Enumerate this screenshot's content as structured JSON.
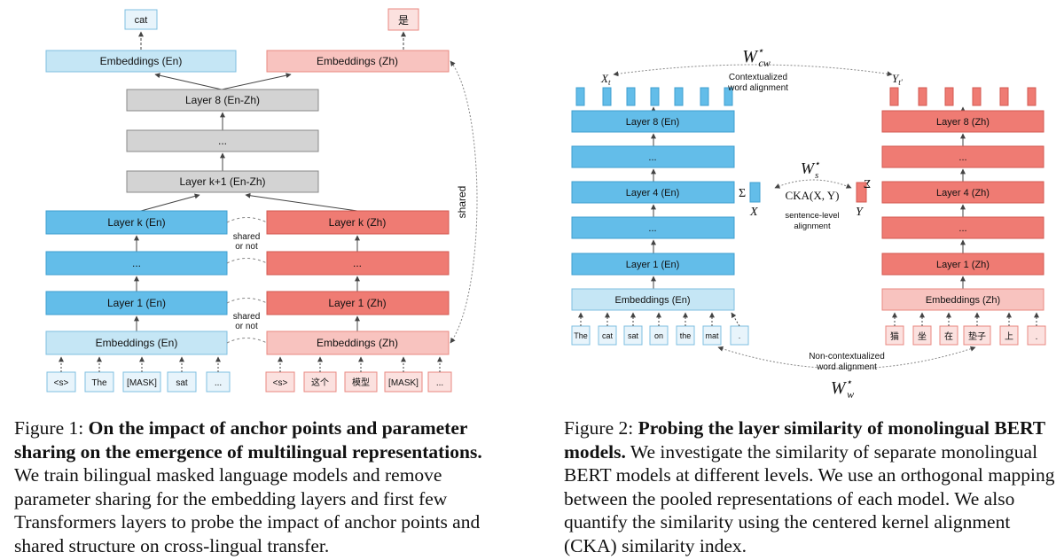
{
  "figure1": {
    "output_tokens": [
      "cat",
      "是"
    ],
    "emb_out_en": "Embeddings (En)",
    "emb_out_zh": "Embeddings (Zh)",
    "layer8": "Layer 8 (En-Zh)",
    "middle_dots": "...",
    "layer_k1": "Layer k+1 (En-Zh)",
    "layer_k_en": "Layer k (En)",
    "layer_k_zh": "Layer k (Zh)",
    "dots_en": "...",
    "dots_zh": "...",
    "layer1_en": "Layer 1 (En)",
    "layer1_zh": "Layer 1 (Zh)",
    "emb_in_en": "Embeddings (En)",
    "emb_in_zh": "Embeddings (Zh)",
    "shared_or_not_1": [
      "shared",
      "or not"
    ],
    "shared_or_not_2": [
      "shared",
      "or not"
    ],
    "shared": "shared",
    "input_tokens_en": [
      "<s>",
      "The",
      "[MASK]",
      "sat",
      "..."
    ],
    "input_tokens_zh": [
      "<s>",
      "这个",
      "模型",
      "[MASK]",
      "..."
    ]
  },
  "figure2": {
    "en_layers": [
      "Layer 8 (En)",
      "...",
      "Layer 4 (En)",
      "...",
      "Layer 1 (En)"
    ],
    "zh_layers": [
      "Layer 8 (Zh)",
      "...",
      "Layer 4 (Zh)",
      "...",
      "Layer 1 (Zh)"
    ],
    "emb_en": "Embeddings (En)",
    "emb_zh": "Embeddings (Zh)",
    "tokens_en": [
      "The",
      "cat",
      "sat",
      "on",
      "the",
      "mat",
      "."
    ],
    "tokens_zh": [
      "猫",
      "坐",
      "在",
      "垫子",
      "上",
      "."
    ],
    "x_t": "X",
    "x_t_sub": "t",
    "y_t": "Y",
    "y_t_sub": "t′",
    "w_cw": "W",
    "w_cw_sub": "cw",
    "w_cw_sup": "⋆",
    "ctx_align": [
      "Contextualized",
      "word alignment"
    ],
    "w_s": "W",
    "w_s_sub": "s",
    "w_s_sup": "⋆",
    "cka": "CKA(X, Y)",
    "sent_align": [
      "sentence-level",
      "alignment"
    ],
    "sigma_l": "Σ",
    "sigma_r": "Σ",
    "x_label": "X",
    "y_label": "Y",
    "nonctx_align": [
      "Non-contextualized",
      "word alignment"
    ],
    "w_w": "W",
    "w_w_sub": "w",
    "w_w_sup": "⋆"
  },
  "colors": {
    "light_blue": "#c5e6f5",
    "blue": "#63bde9",
    "light_red": "#f8c3bf",
    "red": "#ef7b73",
    "gray": "#d3d3d3"
  },
  "caption1": {
    "lead": "Figure 1:",
    "bold": "On the impact of anchor points and parameter sharing on the emergence of multilingual representations.",
    "rest": "We train bilingual masked language models and remove parameter sharing for the embedding layers and first few Transformers layers to probe the impact of anchor points and shared structure on cross-lingual transfer."
  },
  "caption2": {
    "lead": "Figure 2:",
    "bold": "Probing the layer similarity of monolingual BERT models.",
    "rest": "We investigate the similarity of separate monolingual BERT models at different levels. We use an orthogonal mapping between the pooled representations of each model. We also quantify the similarity using the centered kernel alignment (CKA) similarity index."
  }
}
